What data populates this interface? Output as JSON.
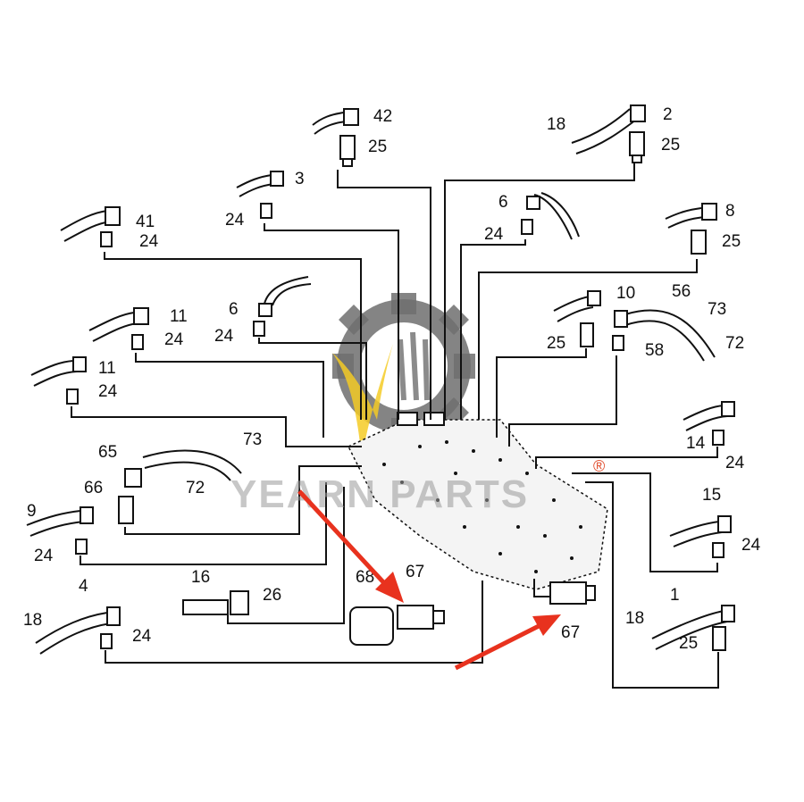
{
  "watermark": {
    "text": "YEARN PARTS",
    "registered": "®",
    "gear_color": "#555555",
    "flame_color": "#f2c200"
  },
  "arrow_color": "#e8321e",
  "callouts": [
    {
      "id": "c42",
      "text": "42"
    },
    {
      "id": "c25a",
      "text": "25"
    },
    {
      "id": "c18a",
      "text": "18"
    },
    {
      "id": "c2",
      "text": "2"
    },
    {
      "id": "c25b",
      "text": "25"
    },
    {
      "id": "c3",
      "text": "3"
    },
    {
      "id": "c24a",
      "text": "24"
    },
    {
      "id": "c41",
      "text": "41"
    },
    {
      "id": "c24b",
      "text": "24"
    },
    {
      "id": "c6a",
      "text": "6"
    },
    {
      "id": "c24c",
      "text": "24"
    },
    {
      "id": "c8",
      "text": "8"
    },
    {
      "id": "c25c",
      "text": "25"
    },
    {
      "id": "c11a",
      "text": "11"
    },
    {
      "id": "c24d",
      "text": "24"
    },
    {
      "id": "c6b",
      "text": "6"
    },
    {
      "id": "c24e",
      "text": "24"
    },
    {
      "id": "c10",
      "text": "10"
    },
    {
      "id": "c25d",
      "text": "25"
    },
    {
      "id": "c56",
      "text": "56"
    },
    {
      "id": "c73a",
      "text": "73"
    },
    {
      "id": "c72a",
      "text": "72"
    },
    {
      "id": "c58",
      "text": "58"
    },
    {
      "id": "c11b",
      "text": "11"
    },
    {
      "id": "c24f",
      "text": "24"
    },
    {
      "id": "c65",
      "text": "65"
    },
    {
      "id": "c73b",
      "text": "73"
    },
    {
      "id": "c66",
      "text": "66"
    },
    {
      "id": "c72b",
      "text": "72"
    },
    {
      "id": "c14",
      "text": "14"
    },
    {
      "id": "c24g",
      "text": "24"
    },
    {
      "id": "c9",
      "text": "9"
    },
    {
      "id": "c24h",
      "text": "24"
    },
    {
      "id": "c15",
      "text": "15"
    },
    {
      "id": "c24i",
      "text": "24"
    },
    {
      "id": "c16",
      "text": "16"
    },
    {
      "id": "c26",
      "text": "26"
    },
    {
      "id": "c68",
      "text": "68"
    },
    {
      "id": "c67a",
      "text": "67"
    },
    {
      "id": "c67b",
      "text": "67"
    },
    {
      "id": "c4",
      "text": "4"
    },
    {
      "id": "c18b",
      "text": "18"
    },
    {
      "id": "c24j",
      "text": "24"
    },
    {
      "id": "c1",
      "text": "1"
    },
    {
      "id": "c18c",
      "text": "18"
    },
    {
      "id": "c25e",
      "text": "25"
    }
  ]
}
